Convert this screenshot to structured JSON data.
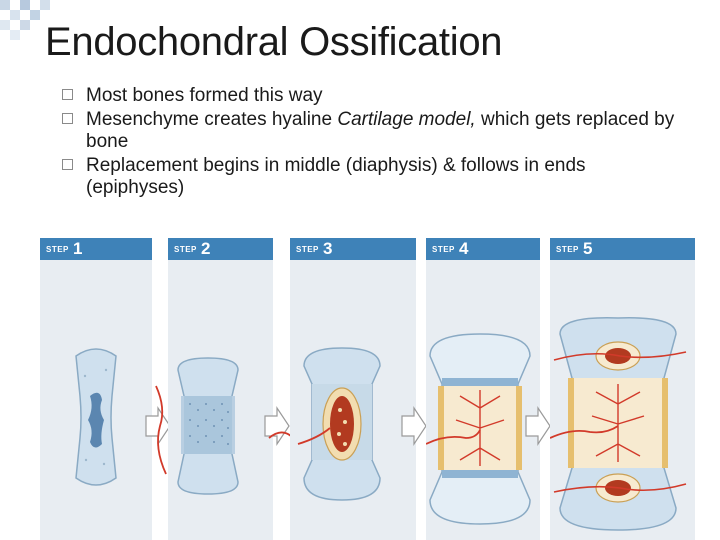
{
  "slide": {
    "title": "Endochondral Ossification",
    "bullets": [
      {
        "text": "Most bones formed this way"
      },
      {
        "text_before": "Mesenchyme creates hyaline ",
        "text_italic": "Cartilage model,",
        "text_after": " which gets replaced by bone"
      },
      {
        "text": "Replacement begins in middle (diaphysis) & follows in ends (epiphyses)"
      }
    ]
  },
  "figure": {
    "steps": [
      {
        "word": "STEP",
        "number": "1"
      },
      {
        "word": "STEP",
        "number": "2"
      },
      {
        "word": "STEP",
        "number": "3"
      },
      {
        "word": "STEP",
        "number": "4"
      },
      {
        "word": "STEP",
        "number": "5"
      }
    ],
    "colors": {
      "header": "#3e82b8",
      "panel": "#e8edf2",
      "cartilage": "#cfe0ee",
      "collar": "#f2ddb0",
      "vessel": "#d23a2a",
      "marrow": "#b23a20"
    }
  }
}
